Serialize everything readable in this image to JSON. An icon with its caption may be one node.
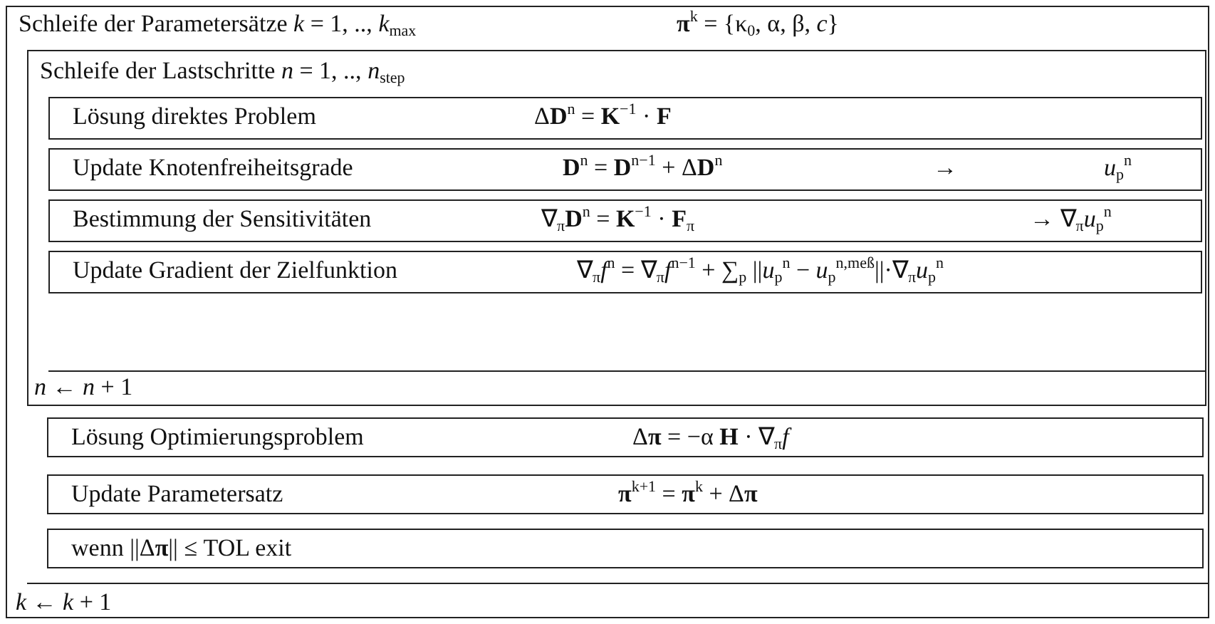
{
  "diagram": {
    "nodes": [
      {
        "text": [
          "Schleife der Parametersätze *k* = 1, .., *k*$_{max}$",
          "**π**$^{k}$ = {κ$_{0}$, α, β, *c*}",
          "*k* ← *k* + 1"
        ]
      },
      {
        "text": [
          "Schleife der Lastschritte *n* = 1, .., *n*$_{step}$",
          "*n* ← *n* + 1"
        ],
        "in": 0
      },
      {
        "text": [
          "Lösung direktes Problem",
          "Δ**D**$^{n}$ = **K**$^{−1}$ · **F**"
        ],
        "in": 1
      },
      {
        "text": [
          "Update Knotenfreiheitsgrade",
          "**D**$^{n}$ = **D**$^{n−1}$ + Δ**D**$^{n}$",
          "→",
          "*u*$_{p}$$^{n}$"
        ],
        "in": 1
      },
      {
        "text": [
          "Bestimmung der Sensitivitäten",
          "∇$_{π}$**D**$^{n}$ = **K**$^{−1}$ · **F**$_{π}$",
          "→ ∇$_{π}$*u*$_{p}$$^{n}$"
        ],
        "in": 1
      },
      {
        "text": [
          "Update Gradient der Zielfunktion",
          "∇$_{π}$*f*$^{n}$ = ∇$_{π}$*f*$^{n−1}$ + ∑$_{p}$ ||*u*$_{p}$$^{n}$ − *u*$_{p}$$^{n,meß}$||·∇$_{π}$*u*$_{p}$$^{n}$"
        ],
        "in": 1
      },
      {
        "text": [
          "Lösung Optimierungsproblem",
          "Δ**π** = −α **H** · ∇$_{π}$*f*"
        ],
        "in": 0
      },
      {
        "text": [
          "Update Parametersatz",
          "**π**$^{k+1}$ = **π**$^{k}$ + Δ**π**"
        ],
        "in": 0
      },
      {
        "text": [
          "wenn ||Δ**π**|| ≤ TOL exit"
        ],
        "in": 0
      }
    ]
  }
}
